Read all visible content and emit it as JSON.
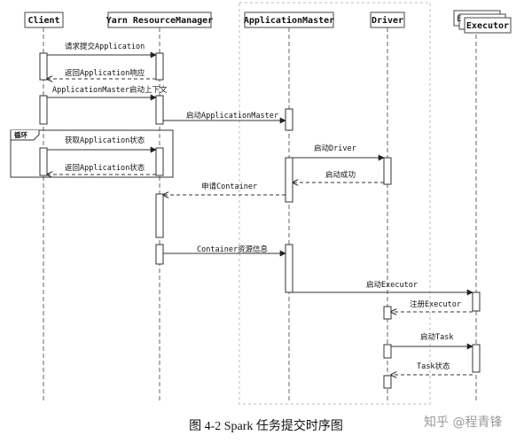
{
  "participants": [
    {
      "id": "client",
      "label": "Client"
    },
    {
      "id": "rm",
      "label": "Yarn ResourceManager"
    },
    {
      "id": "am",
      "label": "ApplicationMaster"
    },
    {
      "id": "driver",
      "label": "Driver"
    },
    {
      "id": "executor",
      "label": "Executor",
      "back_label": "E"
    }
  ],
  "messages": [
    {
      "from": "client",
      "to": "rm",
      "label": "请求提交Application",
      "style": "solid"
    },
    {
      "from": "rm",
      "to": "client",
      "label": "返回Application响应",
      "style": "dashed"
    },
    {
      "from": "client",
      "to": "rm",
      "label": "ApplicationMaster启动上下文",
      "style": "solid"
    },
    {
      "from": "rm",
      "to": "am",
      "label": "启动ApplicationMaster",
      "style": "solid"
    },
    {
      "from": "client",
      "to": "rm",
      "label": "获取Application状态",
      "style": "solid"
    },
    {
      "from": "rm",
      "to": "client",
      "label": "返回Application状态",
      "style": "dashed"
    },
    {
      "from": "am",
      "to": "driver",
      "label": "启动Driver",
      "style": "solid"
    },
    {
      "from": "driver",
      "to": "am",
      "label": "启动成功",
      "style": "dashed"
    },
    {
      "from": "am",
      "to": "rm",
      "label": "申请Container",
      "style": "dashed"
    },
    {
      "from": "rm",
      "to": "am",
      "label": "Container资源信息",
      "style": "solid"
    },
    {
      "from": "am",
      "to": "executor",
      "label": "启动Executor",
      "style": "solid"
    },
    {
      "from": "executor",
      "to": "driver",
      "label": "注册Executor",
      "style": "dashed"
    },
    {
      "from": "driver",
      "to": "executor",
      "label": "启动Task",
      "style": "solid"
    },
    {
      "from": "executor",
      "to": "driver",
      "label": "Task状态",
      "style": "dashed"
    }
  ],
  "loop": {
    "label": "循环"
  },
  "caption": "图 4-2 Spark 任务提交时序图",
  "watermark": "知乎 @程青锋",
  "colors": {
    "line": "#333333",
    "box_border": "#444444",
    "text": "#111111",
    "watermark": "#9a9a9a"
  }
}
